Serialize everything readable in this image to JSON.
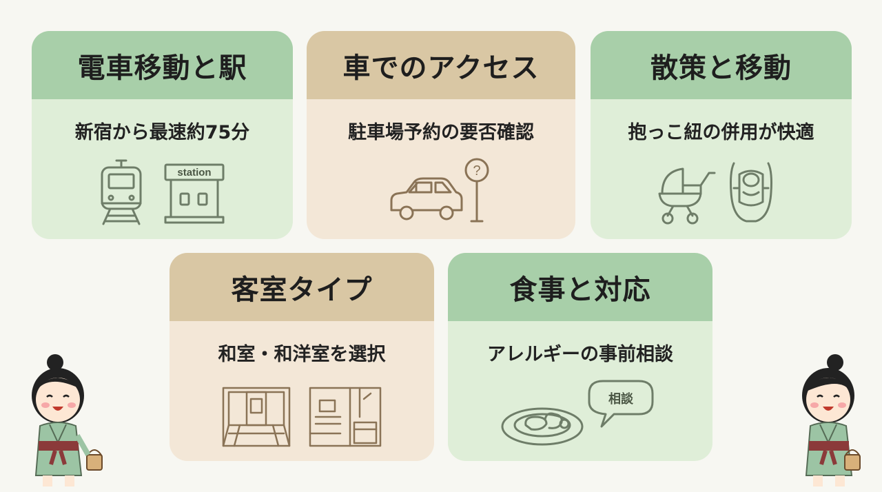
{
  "cards": [
    {
      "title": "電車移動と駅",
      "subtitle": "新宿から最速約75分",
      "theme": "green",
      "icons": [
        "train-icon",
        "station-icon"
      ],
      "icon_text": "station"
    },
    {
      "title": "車でのアクセス",
      "subtitle": "駐車場予約の要否確認",
      "theme": "tan",
      "icons": [
        "car-icon",
        "question-sign-icon"
      ],
      "icon_text": "?"
    },
    {
      "title": "散策と移動",
      "subtitle": "抱っこ紐の併用が快適",
      "theme": "green",
      "icons": [
        "stroller-icon",
        "baby-carrier-icon"
      ]
    },
    {
      "title": "客室タイプ",
      "subtitle": "和室・和洋室を選択",
      "theme": "tan",
      "icons": [
        "japanese-room-icon",
        "western-room-icon"
      ]
    },
    {
      "title": "食事と対応",
      "subtitle": "アレルギーの事前相談",
      "theme": "green",
      "icons": [
        "meal-plate-icon",
        "speech-bubble-icon"
      ],
      "icon_text": "相談"
    }
  ],
  "colors": {
    "green_head": "#a8cfa9",
    "green_body": "#dfeed8",
    "tan_head": "#d9c7a4",
    "tan_body": "#f3e7d7",
    "line": "#6f7a66"
  }
}
